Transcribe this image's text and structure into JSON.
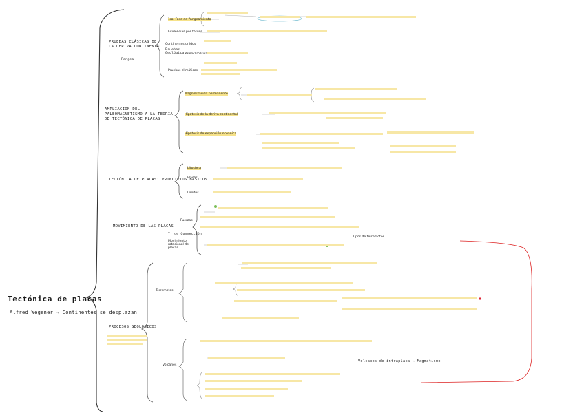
{
  "title": "Tectónica de placas",
  "subtitle": "Alfred Wegener → Continentes se desplazan",
  "sections": [
    {
      "heading": "Pruebas clásicas de la deriva continental",
      "extra": "Pangea",
      "items": [
        "1ra. Fase de Pangeamiento",
        "Evidencias por fósiles",
        "Continentes unidos",
        "Pruebas Geológicas",
        "Pruebas climáticas",
        "Paleoclimáticas"
      ]
    },
    {
      "heading": "Ampliación del paleomagnetismo a la teoría de tectónica de placas",
      "items": [
        "Magnetización permanente",
        "Hipótesis de la deriva continental",
        "Hipótesis de expansión oceánica"
      ]
    },
    {
      "heading": "Tectónica de placas: principios básicos",
      "items": [
        "Litosfera",
        "Placas",
        "Límites"
      ]
    },
    {
      "heading": "Movimiento de las placas",
      "items": [
        "Fuerzas",
        "T. de Convección",
        "Movimiento rotacional de placas"
      ]
    },
    {
      "heading": "Procesos geológicos",
      "items": [
        "Terremotos",
        "Volcanes"
      ]
    }
  ],
  "side_note": "Tipos de terremotos",
  "red_note": "Volcanes de intraplaca → Magmatismo"
}
